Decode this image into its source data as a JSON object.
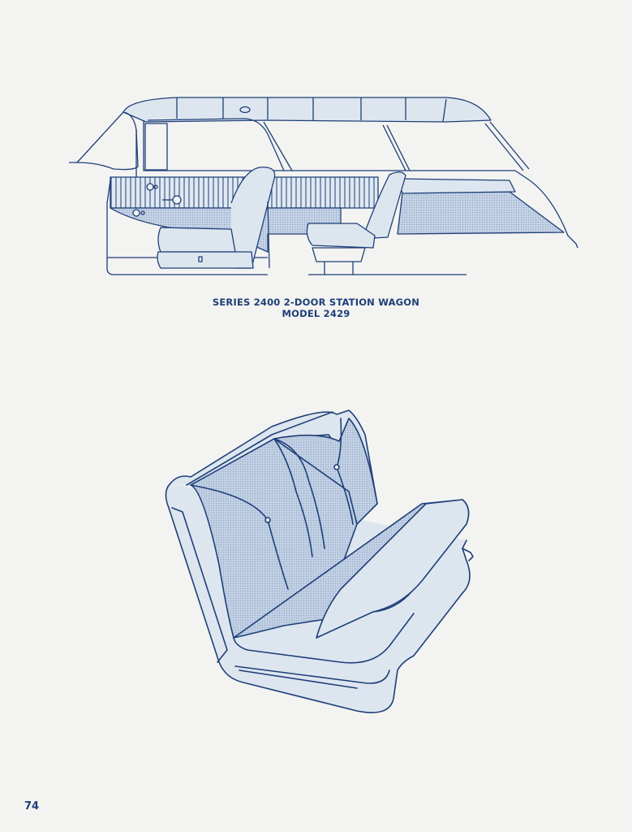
{
  "page": {
    "caption_line1": "SERIES 2400 2-DOOR STATION WAGON",
    "caption_line2": "MODEL 2429",
    "page_number": "74"
  },
  "illustrations": {
    "top": "station-wagon-interior-side-view",
    "bottom": "rear-bench-seat"
  },
  "colors": {
    "ink": "#1e3f78",
    "fill_light": "#dde6ef",
    "fill_dotted": "#bccbe0",
    "paper": "#f3f3f1"
  }
}
